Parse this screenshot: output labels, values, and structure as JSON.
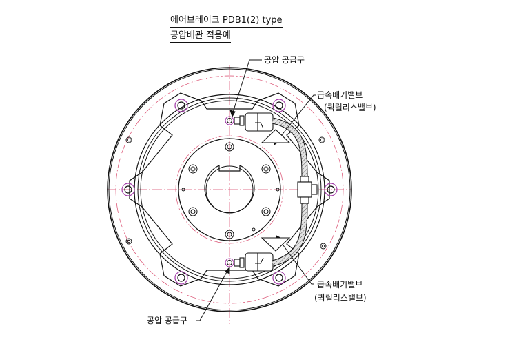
{
  "title": {
    "line1": "에어브레이크 PDB1(2) type",
    "line2": "공압배관 적용예"
  },
  "labels": {
    "air_supply_top": "공압 공급구",
    "air_supply_bottom": "공압 공급구",
    "valve_top_name": "급속배기밸브",
    "valve_top_sub": "(퀵릴리스밸브)",
    "valve_bottom_name": "급속배기밸브",
    "valve_bottom_sub": "(퀵릴리스밸브)"
  },
  "colors": {
    "line": "#111111",
    "centerline": "#d9486b",
    "bolt_accent": "#a23aa8",
    "hose_fill": "#c9c9c9"
  },
  "counts": {
    "outer_bolt_holes": 8,
    "hub_bolt_holes": 6
  }
}
